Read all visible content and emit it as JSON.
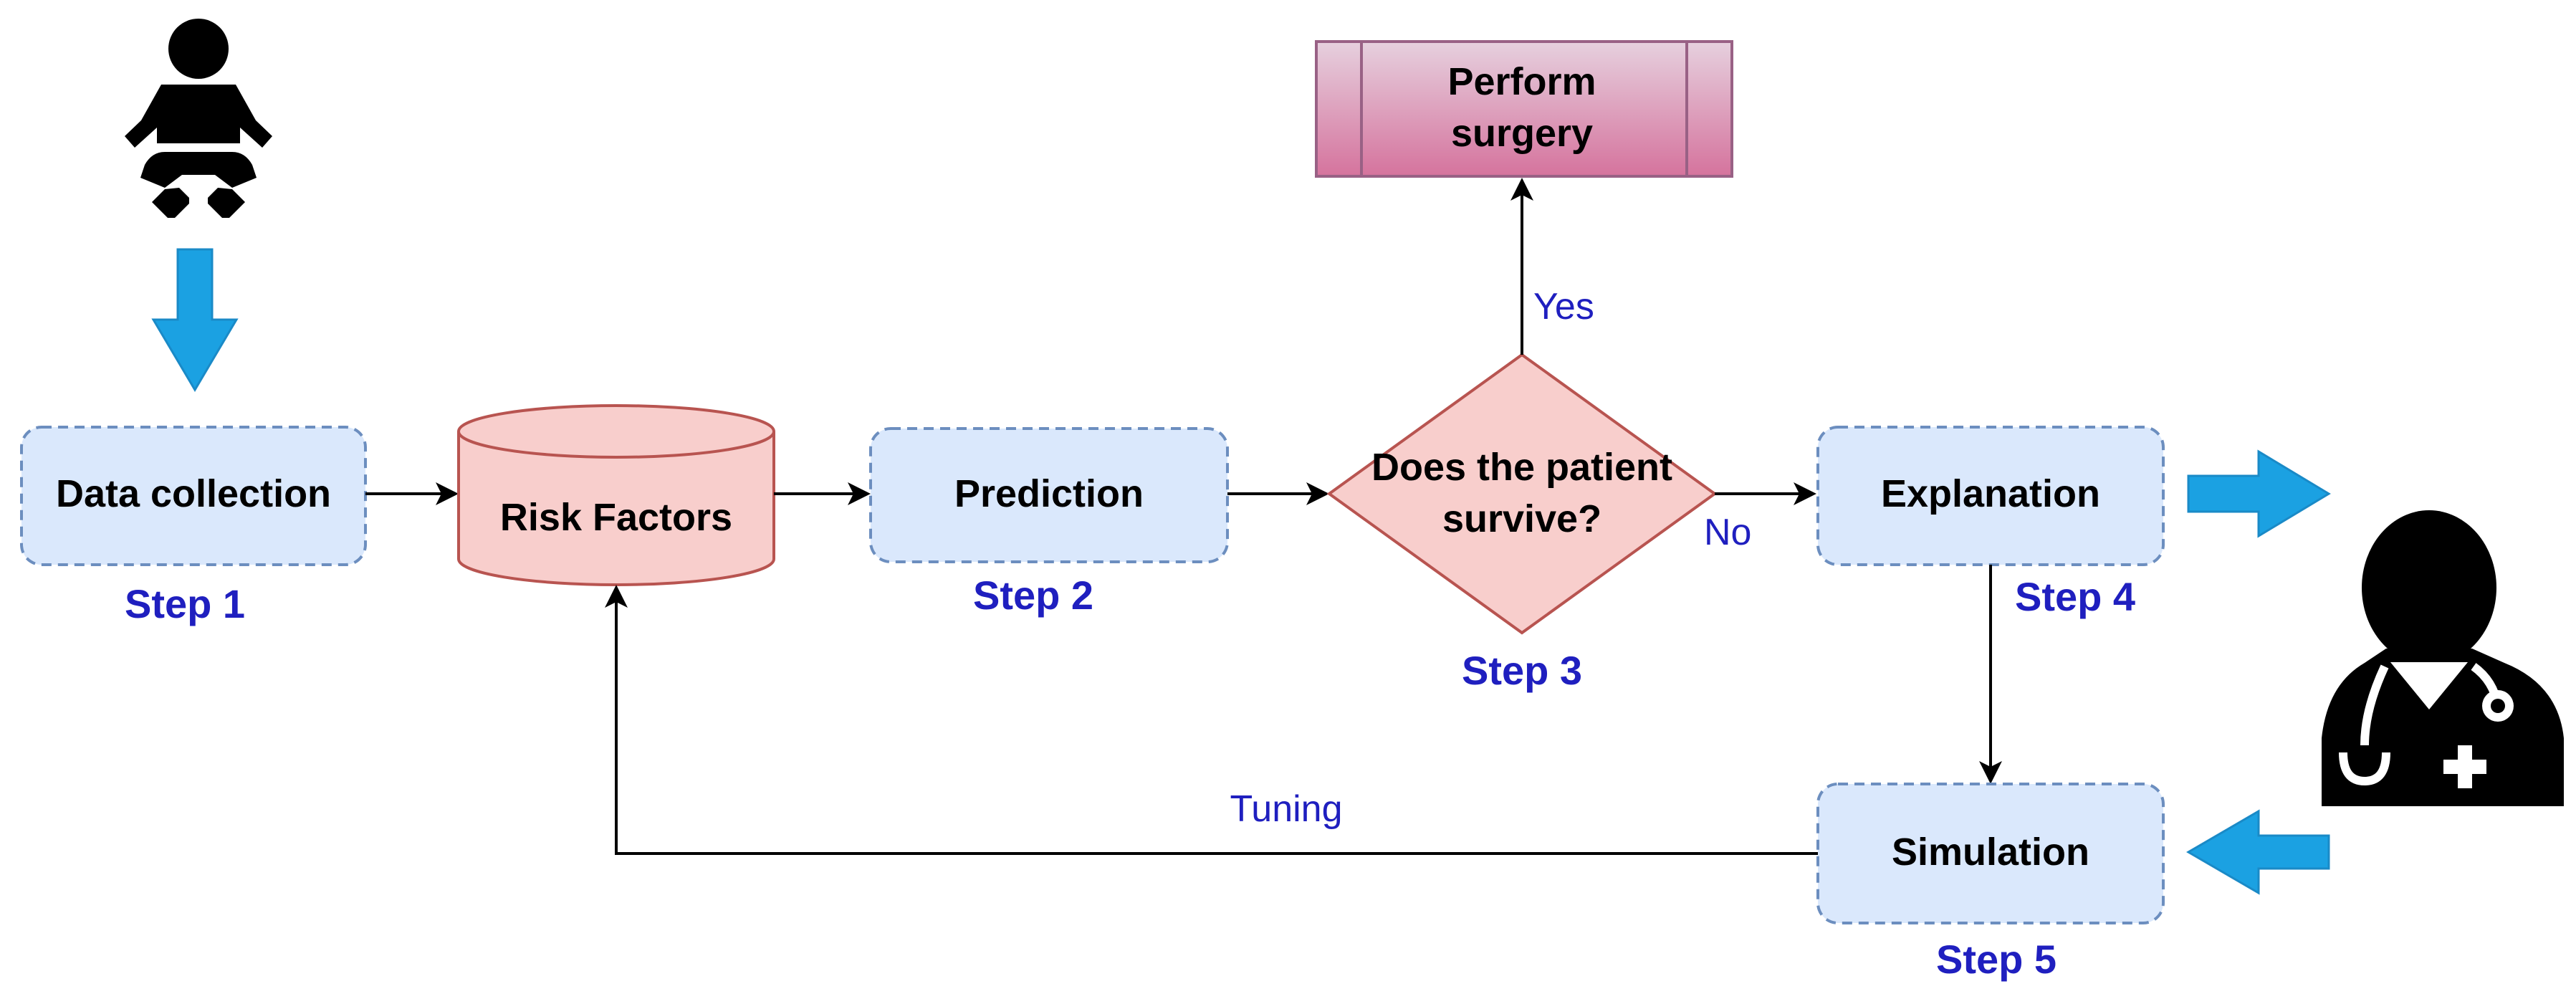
{
  "colors": {
    "box_fill": "#dae8fc",
    "box_stroke": "#6c8ebf",
    "red_fill": "#f8cecc",
    "red_stroke": "#b85450",
    "surgery_top": "#e6d0de",
    "surgery_bottom": "#d5739d",
    "surgery_stroke": "#996185",
    "arrow_blue": "#1ba1e2",
    "step_text": "#1f1fbf",
    "edge_text": "#1f1fbf",
    "line": "#000000"
  },
  "nodes": {
    "data_collection": "Data collection",
    "risk_factors": "Risk Factors",
    "prediction": "Prediction",
    "decision_line1": "Does the patient",
    "decision_line2": "survive?",
    "surgery_line1": "Perform",
    "surgery_line2": "surgery",
    "explanation": "Explanation",
    "simulation": "Simulation"
  },
  "steps": {
    "step1": "Step 1",
    "step2": "Step 2",
    "step3": "Step 3",
    "step4": "Step 4",
    "step5": "Step 5"
  },
  "edges": {
    "yes": "Yes",
    "no": "No",
    "tuning": "Tuning"
  },
  "icons": {
    "baby": "baby-icon",
    "doctor": "doctor-icon"
  }
}
